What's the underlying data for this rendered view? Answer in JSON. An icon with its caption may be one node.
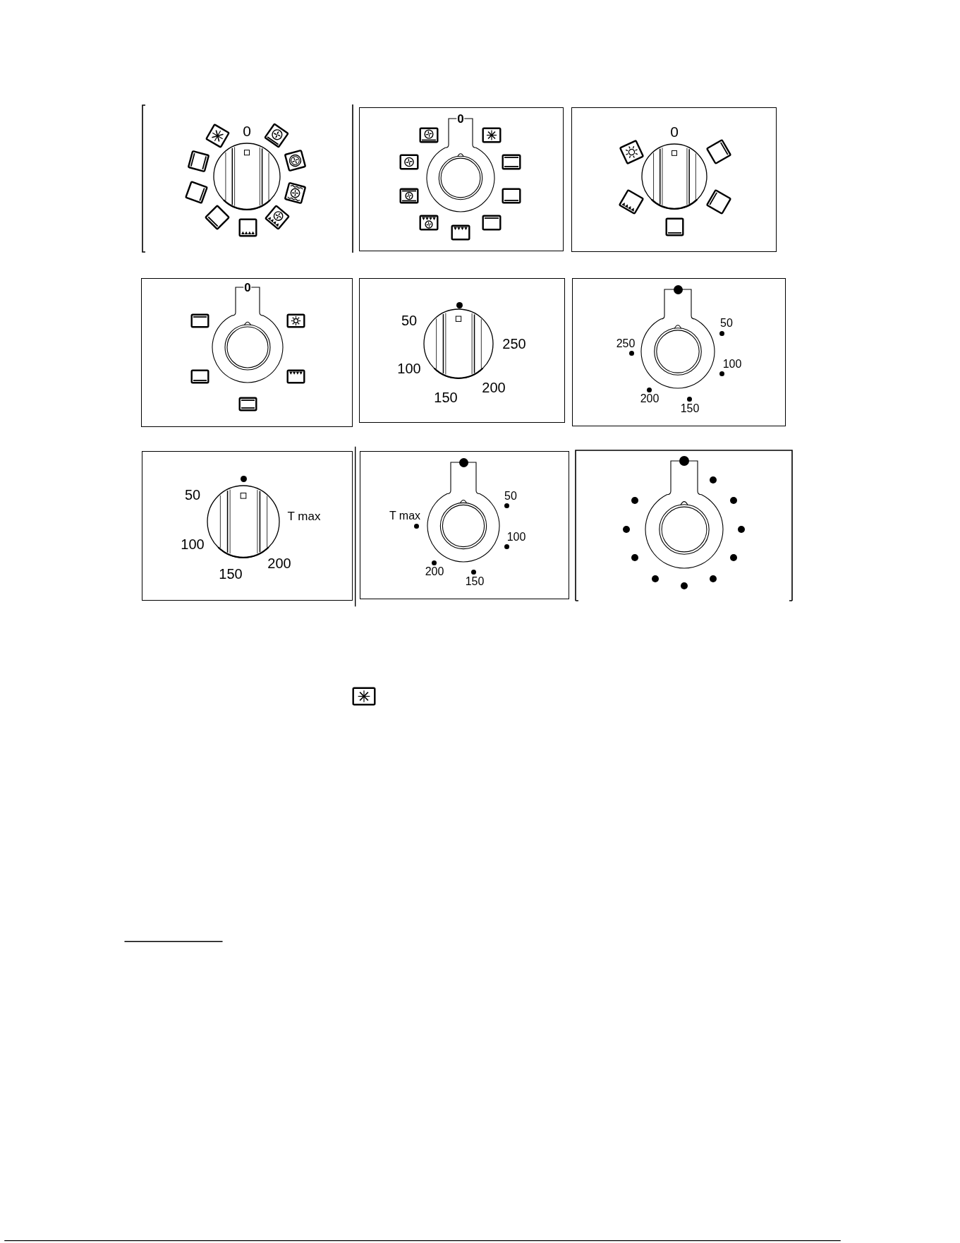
{
  "diagram": {
    "nodes": [
      {
        "text": [
          "0"
        ]
      },
      {
        "text": [
          "0"
        ]
      },
      {
        "text": [
          "0"
        ]
      },
      {
        "text": [
          "0"
        ]
      },
      {
        "text": [
          "50",
          "250",
          "100",
          "200",
          "150"
        ]
      },
      {
        "text": [
          "50",
          "250",
          "100",
          "200",
          "150"
        ]
      },
      {
        "text": [
          "50",
          "T max",
          "100",
          "200",
          "150"
        ]
      },
      {
        "text": [
          "50",
          "T max",
          "100",
          "200",
          "150"
        ]
      },
      {
        "text": [],
        "shape": "box"
      }
    ]
  }
}
